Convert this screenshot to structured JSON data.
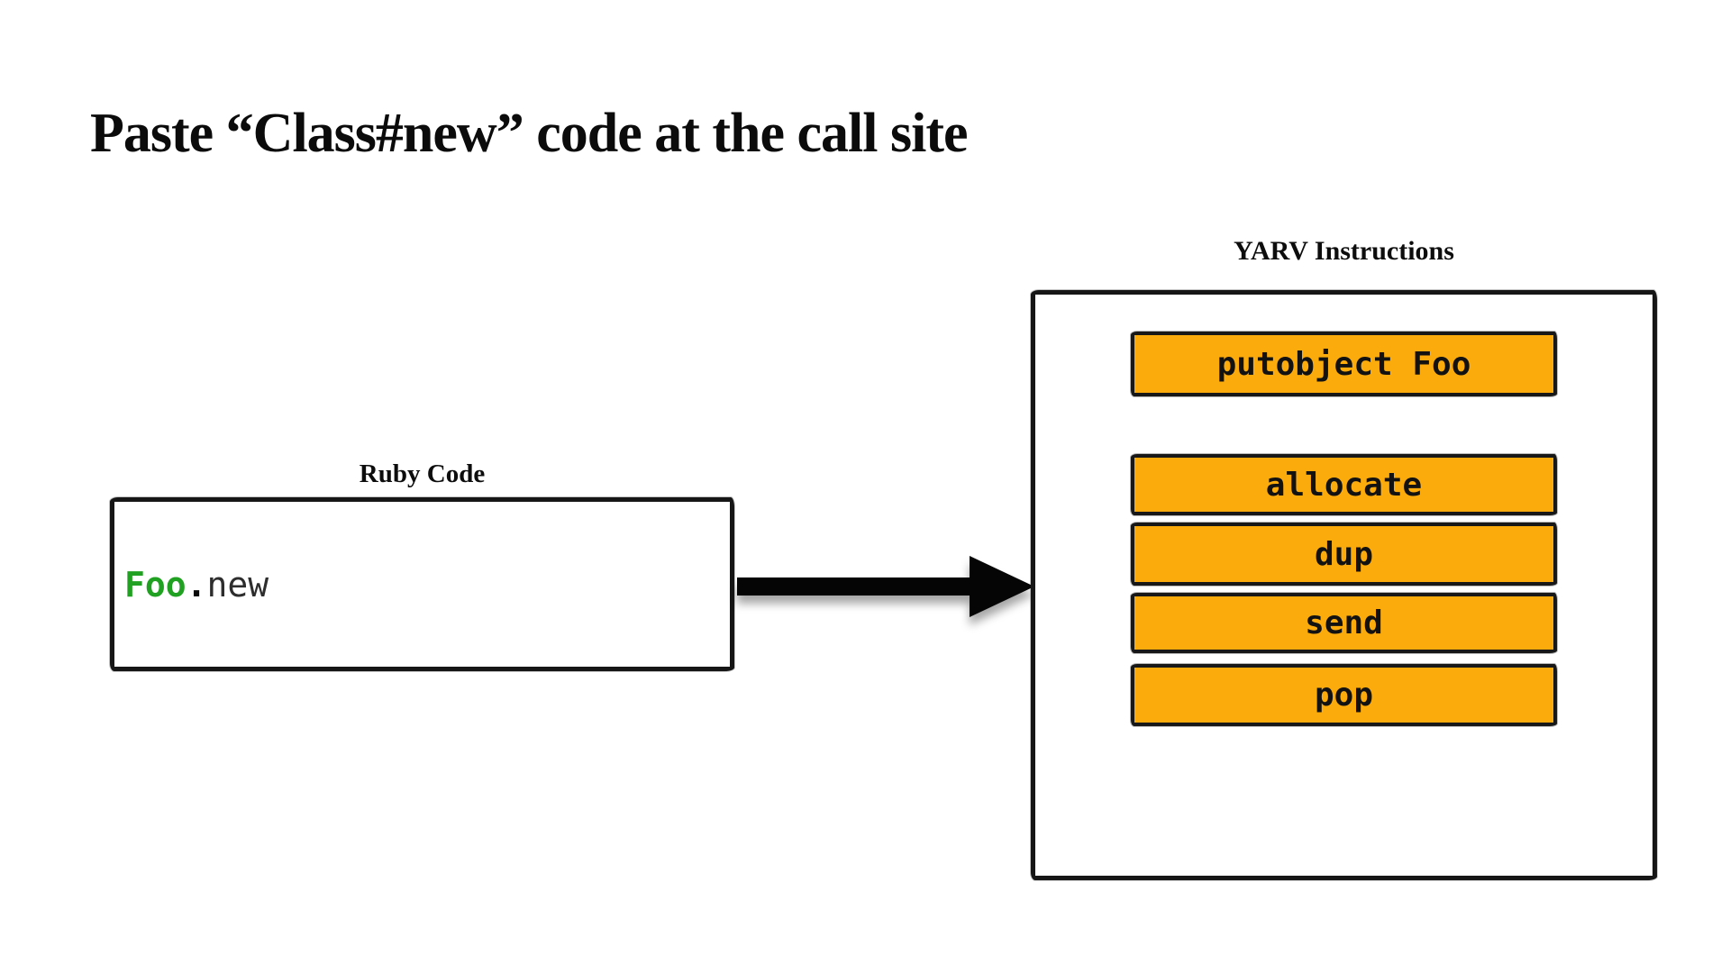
{
  "title": "Paste “Class#new” code at the call site",
  "ruby_panel": {
    "label": "Ruby Code",
    "code": {
      "class_token": "Foo",
      "dot_token": ".",
      "method_token": "new"
    }
  },
  "arrow": {
    "meaning": "compiles-to"
  },
  "yarv_panel": {
    "label": "YARV Instructions",
    "instructions": [
      {
        "label": "putobject Foo"
      },
      {
        "label": "allocate"
      },
      {
        "label": "dup"
      },
      {
        "label": "send"
      },
      {
        "label": "pop"
      }
    ]
  },
  "colors": {
    "background": "#FFFFFF",
    "ink": "#161616",
    "instruction_fill": "#FCAB0C",
    "class_token_green": "#21A121",
    "title_text": "#0B0B0B"
  }
}
